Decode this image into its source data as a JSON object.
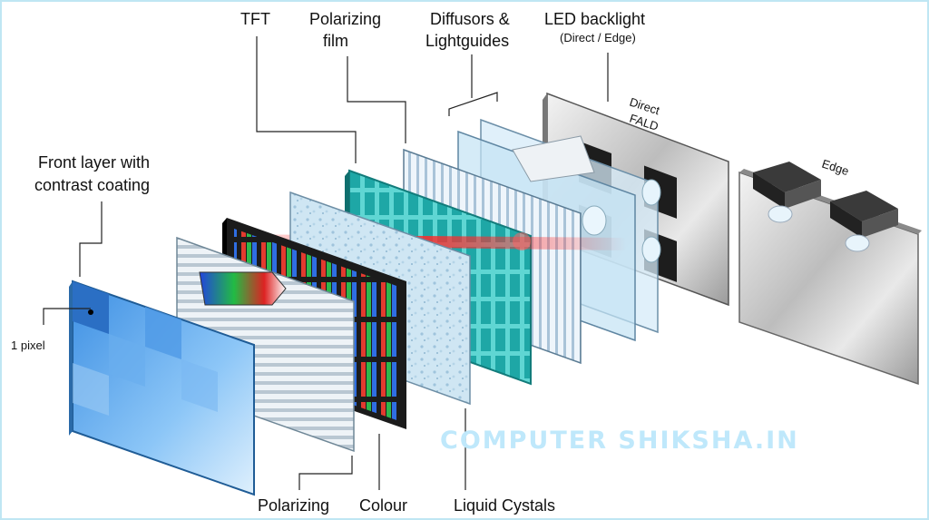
{
  "labels": {
    "tft": "TFT",
    "polarizing_film_l1": "Polarizing",
    "polarizing_film_l2": "film",
    "diffusors_l1": "Diffusors &",
    "diffusors_l2": "Lightguides",
    "led_backlight": "LED backlight",
    "led_backlight_sub": "(Direct / Edge)",
    "direct": "Direct",
    "fald": "FALD",
    "edge": "Edge",
    "front_layer_l1": "Front layer with",
    "front_layer_l2": "contrast coating",
    "one_pixel": "1 pixel",
    "polarizing_bottom": "Polarizing",
    "colour": "Colour",
    "liquid_crystals": "Liquid Cystals"
  },
  "watermark": "COMPUTER SHIKSHA.IN",
  "colors": {
    "frame_border": "#bfe6f3",
    "front_panel": "#5aa8ec",
    "tft_teal": "#34c6c4",
    "diffusor": "#dbe9f4",
    "backlight_metal": "#cfcfcf",
    "watermark": "#bfe8fb"
  }
}
